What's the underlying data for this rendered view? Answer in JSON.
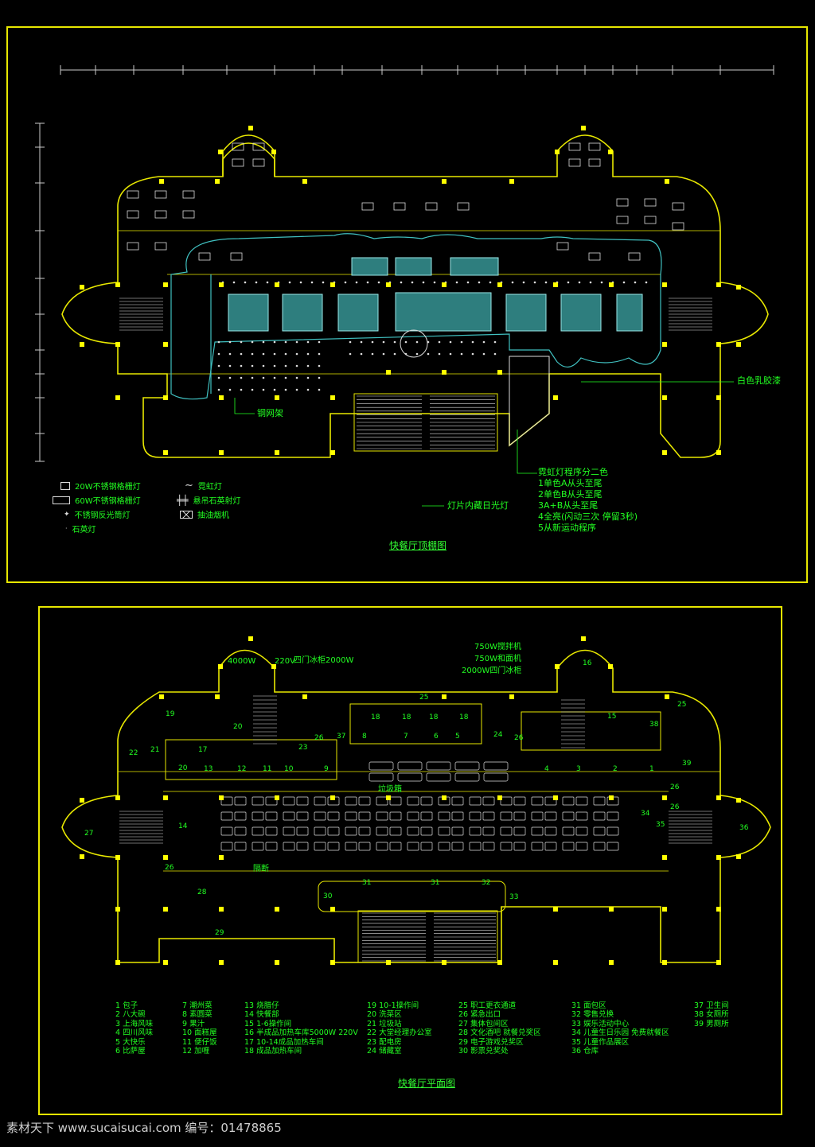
{
  "ceiling_plan": {
    "title": "快餐厅顶棚图",
    "labels": {
      "milky_paint": "白色乳胶漆",
      "steel_mesh": "钢网架",
      "hidden_fluorescent": "灯片内藏日光灯"
    },
    "neon_program": [
      "霓虹灯程序分二色",
      "1单色A从头至尾",
      "2单色B从头至尾",
      "3A+B从头至尾",
      "4全亮(闪动三次   停留3秒)",
      "5从新运动程序"
    ],
    "legend": [
      {
        "icon": "grille-light-icon",
        "label": "20W不锈钢格栅灯"
      },
      {
        "icon": "grille-light-large-icon",
        "label": "60W不锈钢格栅灯"
      },
      {
        "icon": "downlight-icon",
        "label": "不锈钢反光筒灯"
      },
      {
        "icon": "quartz-light-icon",
        "label": "石英灯"
      },
      {
        "icon": "neon-icon",
        "label": "霓虹灯"
      },
      {
        "icon": "pendant-quartz-icon",
        "label": "悬吊石英射灯"
      },
      {
        "icon": "exhaust-fan-icon",
        "label": "抽油烟机"
      }
    ]
  },
  "floor_plan": {
    "title": "快餐厅平面图",
    "equipment": {
      "w4000": "4000W",
      "w220": "220V",
      "fridge_top": "四门冰柜2000W",
      "mixer": "750W搅拌机",
      "dough": "750W和面机",
      "fridge_right": "2000W四门冰柜",
      "trash": "垃圾箱",
      "partition": "隔断"
    },
    "room_numbers": [
      "19",
      "20",
      "22",
      "21",
      "17",
      "20",
      "13",
      "12",
      "11",
      "10",
      "9",
      "23",
      "26",
      "24",
      "37",
      "8",
      "7",
      "6",
      "5",
      "18",
      "18",
      "18",
      "18",
      "26",
      "25",
      "15",
      "38",
      "4",
      "3",
      "2",
      "1",
      "39",
      "26",
      "27",
      "14",
      "26",
      "28",
      "29",
      "30",
      "31",
      "31",
      "32",
      "33",
      "34",
      "35",
      "36",
      "25",
      "16",
      "26"
    ],
    "key": [
      [
        "1 包子",
        "2 八大碗",
        "3 上海风味",
        "4 四川风味",
        "5 大快乐",
        "6 比萨屋"
      ],
      [
        "7 潮州菜",
        "8 素圆菜",
        "9 果汁",
        "10 面糕屋",
        "11 便仔饭",
        "12 加喱"
      ],
      [
        "13 烧腊仔",
        "14 快餐部",
        "15 1-6操作间",
        "16 半成品加热车库5000W 220V",
        "17 10-14成品加热车间",
        "18 成品加热车间"
      ],
      [
        "19 10-1操作间",
        "20 洗菜区",
        "21 垃圾站",
        "22 大堂经理办公室",
        "23 配电房",
        "24 储藏室"
      ],
      [
        "25 职工更衣通道",
        "26 紧急出口",
        "27 集体包间区",
        "28 文化酒吧 就餐兑奖区",
        "29 电子游戏兑奖区",
        "30 影票兑奖处"
      ],
      [
        "31 面包区",
        "32 零售兑换",
        "33 娱乐活动中心",
        "34 儿童生日乐园 免费就餐区",
        "35 儿童作品展区",
        "36 仓库"
      ],
      [
        "37 卫生间",
        "38 女厕所",
        "39 男厕所"
      ]
    ]
  },
  "watermark": "素材天下 www.sucaisucai.com    编号：01478865",
  "colors": {
    "wall": "#e8e800",
    "label": "#22ff22",
    "duct": "#40c0c0",
    "column": "#ffff00"
  }
}
